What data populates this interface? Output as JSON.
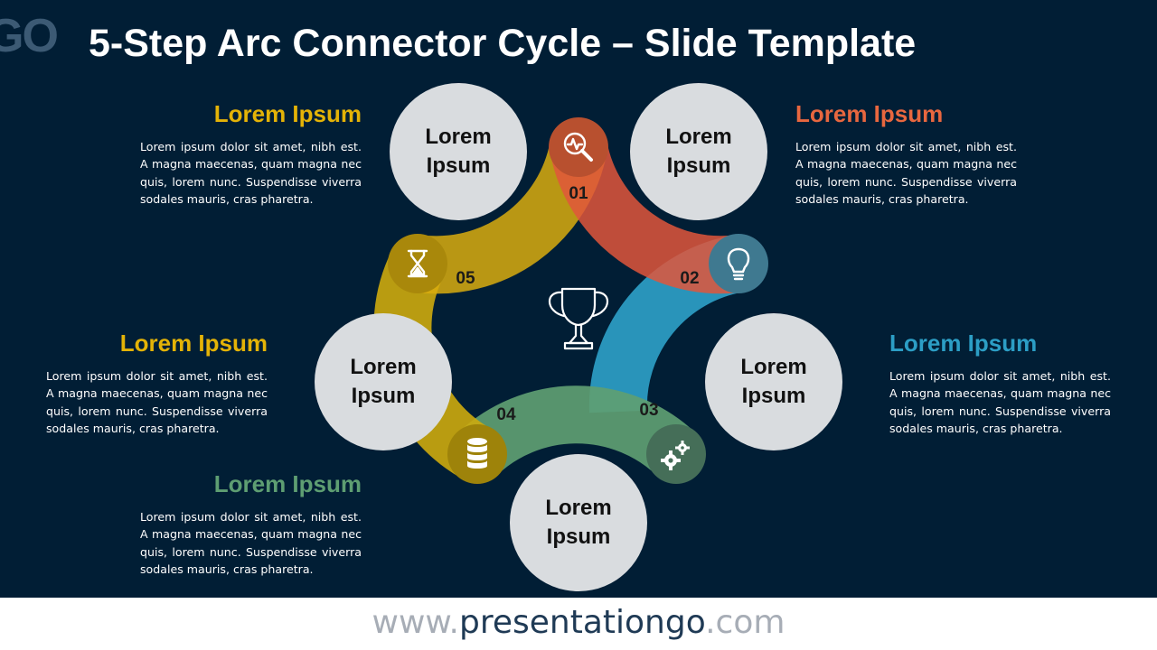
{
  "slide": {
    "title": "5-Step Arc Connector Cycle – Slide Template",
    "logo_mark": "GO"
  },
  "steps": [
    {
      "number": "01",
      "heading": "Lorem Ipsum",
      "text": "Lorem ipsum dolor sit amet, nibh est. A magna maecenas, quam magna nec quis, lorem nunc. Suspendisse viverra sodales mauris, cras pharetra.",
      "circle_label": "Lorem Ipsum",
      "color": "#e8673f",
      "icon": "magnifier-pulse-icon"
    },
    {
      "number": "02",
      "heading": "Lorem Ipsum",
      "text": "Lorem ipsum dolor sit amet, nibh est. A magna maecenas, quam magna nec quis, lorem nunc. Suspendisse viverra sodales mauris, cras pharetra.",
      "circle_label": "Lorem Ipsum",
      "color": "#2c9ec5",
      "icon": "lightbulb-icon"
    },
    {
      "number": "03",
      "heading": "Lorem Ipsum",
      "text": "Lorem ipsum dolor sit amet, nibh est. A magna maecenas, quam magna nec quis, lorem nunc. Suspendisse viverra sodales mauris, cras pharetra.",
      "circle_label": "Lorem Ipsum",
      "color": "#5e9e72",
      "icon": "gears-icon"
    },
    {
      "number": "04",
      "heading": "Lorem Ipsum",
      "text": "Lorem ipsum dolor sit amet, nibh est. A magna maecenas, quam magna nec quis, lorem nunc. Suspendisse viverra sodales mauris, cras pharetra.",
      "circle_label": "Lorem Ipsum",
      "color": "#d4b010",
      "icon": "database-icon"
    },
    {
      "number": "05",
      "heading": "Lorem Ipsum",
      "text": "Lorem ipsum dolor sit amet, nibh est. A magna maecenas, quam magna nec quis, lorem nunc. Suspendisse viverra sodales mauris, cras pharetra.",
      "circle_label": "Lorem Ipsum",
      "color": "#e4b307",
      "icon": "hourglass-icon"
    }
  ],
  "center_icon": "trophy-icon",
  "footer": {
    "url_prefix": "www.",
    "url_main": "presentationgo",
    "url_suffix": ".com"
  }
}
